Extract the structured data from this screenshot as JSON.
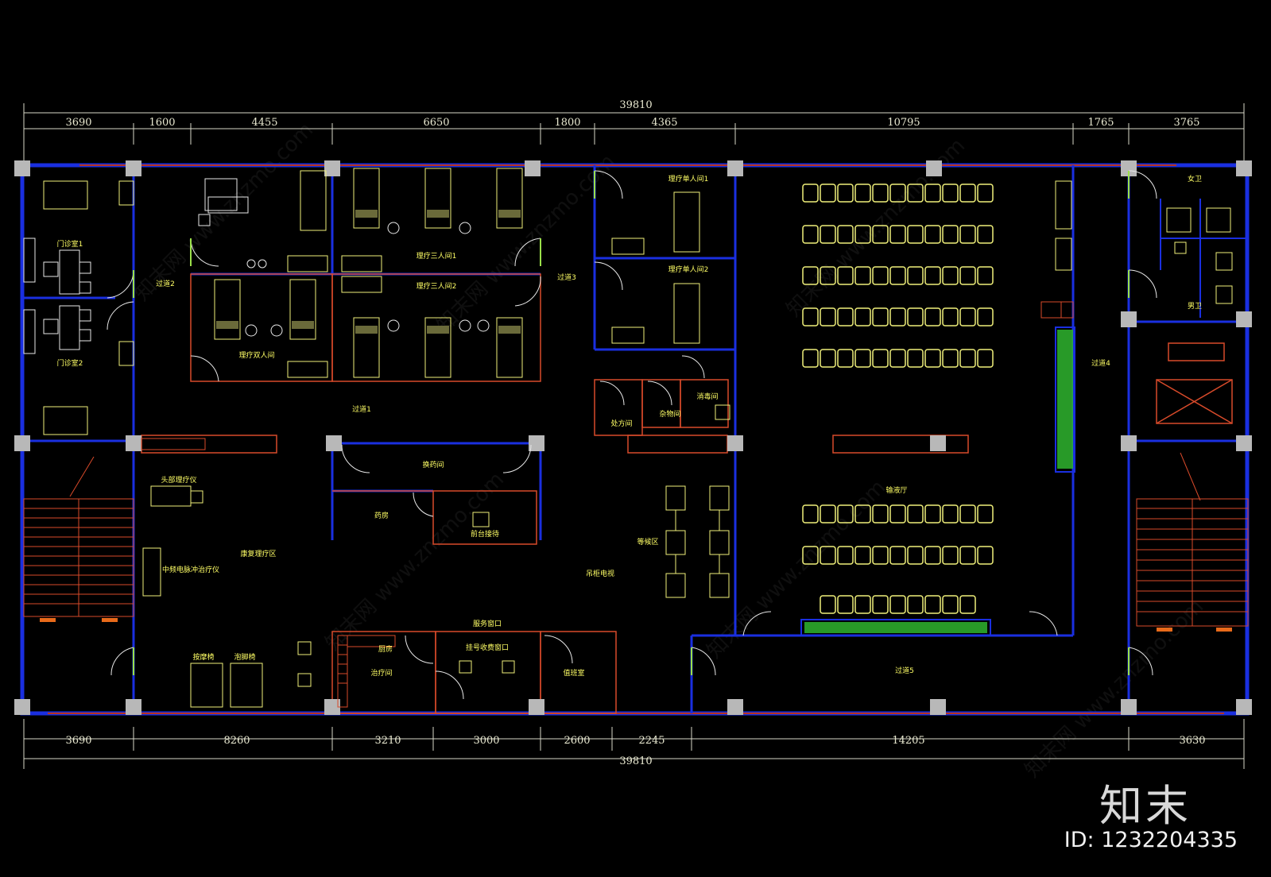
{
  "dimensions": {
    "top_total": "39810",
    "top_segments": [
      "3690",
      "1600",
      "4455",
      "6650",
      "1800",
      "4365",
      "10795",
      "1765",
      "3765"
    ],
    "bottom_segments": [
      "3690",
      "8260",
      "3210",
      "3000",
      "2600",
      "2245",
      "14205",
      "3630"
    ],
    "bottom_total": "39810"
  },
  "rooms": [
    {
      "key": "outpatient_room_1",
      "label": "门诊室1"
    },
    {
      "key": "outpatient_room_2",
      "label": "门诊室2"
    },
    {
      "key": "corridor_2",
      "label": "过道2"
    },
    {
      "key": "corridor_1",
      "label": "过道1"
    },
    {
      "key": "corridor_3",
      "label": "过道3"
    },
    {
      "key": "corridor_4",
      "label": "过道4"
    },
    {
      "key": "corridor_5",
      "label": "过道5"
    },
    {
      "key": "triple_ward_1",
      "label": "理疗三人间1"
    },
    {
      "key": "triple_ward_2",
      "label": "理疗三人间2"
    },
    {
      "key": "double_ward",
      "label": "理疗双人间"
    },
    {
      "key": "single_ward_1",
      "label": "理疗单人间1"
    },
    {
      "key": "single_ward_2",
      "label": "理疗单人间2"
    },
    {
      "key": "bookkeeping",
      "label": "处方间"
    },
    {
      "key": "nurse_room",
      "label": "换药间"
    },
    {
      "key": "disinfection",
      "label": "消毒间"
    },
    {
      "key": "storage",
      "label": "杂物间"
    },
    {
      "key": "head_therapy",
      "label": "头部理疗仪"
    },
    {
      "key": "physio_hall",
      "label": "康复理疗区"
    },
    {
      "key": "tcm_device",
      "label": "中频电脉冲治疗仪"
    },
    {
      "key": "pharmacy",
      "label": "药房"
    },
    {
      "key": "treatment_room",
      "label": "治疗间"
    },
    {
      "key": "front_desk",
      "label": "前台接待"
    },
    {
      "key": "waiting_area",
      "label": "等候区"
    },
    {
      "key": "hanging_tv",
      "label": "吊柜电视"
    },
    {
      "key": "service_window",
      "label": "服务窗口"
    },
    {
      "key": "reg_window",
      "label": "挂号收费窗口"
    },
    {
      "key": "kitchen",
      "label": "厨房"
    },
    {
      "key": "duty_room",
      "label": "值班室"
    },
    {
      "key": "infusion_hall",
      "label": "输液厅"
    },
    {
      "key": "female_wc",
      "label": "女卫"
    },
    {
      "key": "male_wc",
      "label": "男卫"
    },
    {
      "key": "chair_a",
      "label": "按摩椅"
    },
    {
      "key": "chair_b",
      "label": "泡脚椅"
    }
  ],
  "watermark": "知末网 www.znzmo.com",
  "logo": "知末",
  "image_id": "ID: 1232204335",
  "colors": {
    "wall": "#1a2fe0",
    "partition": "#d84a2a",
    "furniture": "#f0f07a",
    "column": "#b8b8b8",
    "door": "#e8e8e8",
    "plant": "#2fb52f",
    "dim": "#d8d8c8"
  }
}
